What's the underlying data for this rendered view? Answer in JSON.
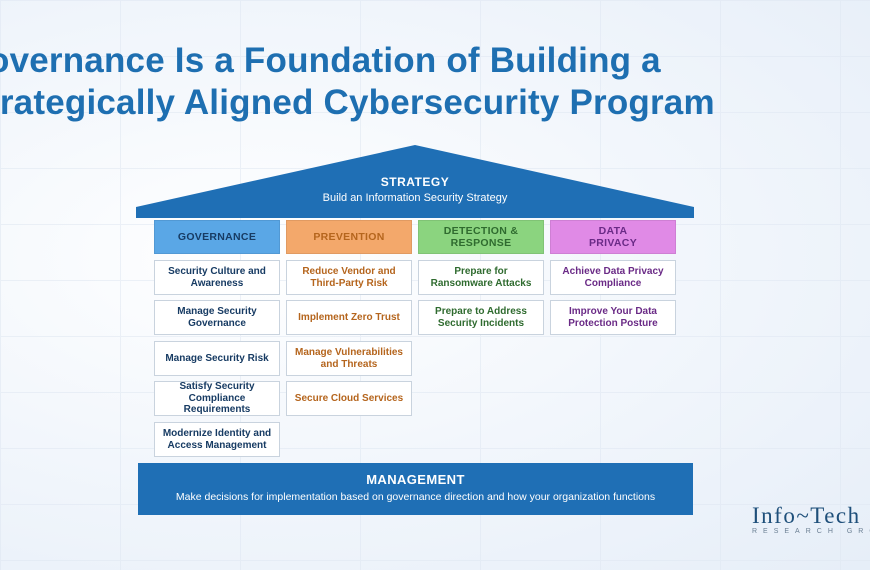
{
  "title": {
    "line1": "overnance Is a Foundation of Building a",
    "line2": "trategically Aligned Cybersecurity Program"
  },
  "strategy": {
    "heading": "STRATEGY",
    "subtitle": "Build an Information Security Strategy"
  },
  "columns": [
    {
      "heading": "GOVERNANCE",
      "color": "#5aa7e6",
      "text_color": "#173b63",
      "items": [
        "Security Culture and Awareness",
        "Manage Security Governance",
        "Manage Security Risk",
        "Satisfy Security Compliance Requirements",
        "Modernize Identity and Access Management"
      ]
    },
    {
      "heading": "PREVENTION",
      "color": "#f3a86b",
      "text_color": "#b5651d",
      "items": [
        "Reduce Vendor and Third-Party Risk",
        "Implement Zero Trust",
        "Manage Vulnerabilities and Threats",
        "Secure Cloud Services"
      ]
    },
    {
      "heading": "DETECTION & RESPONSE",
      "color": "#8bd47f",
      "text_color": "#2f6b2f",
      "items": [
        "Prepare for Ransomware Attacks",
        "Prepare to Address Security Incidents"
      ]
    },
    {
      "heading": "DATA PRIVACY",
      "color": "#e08ae6",
      "text_color": "#6a2a86",
      "items": [
        "Achieve Data Privacy Compliance",
        "Improve Your Data Protection Posture"
      ]
    }
  ],
  "management": {
    "heading": "MANAGEMENT",
    "subtitle": "Make decisions for implementation based on governance direction and how your organization functions"
  },
  "logo": {
    "name": "Info~Tech",
    "tagline": "RESEARCH GROUP"
  }
}
